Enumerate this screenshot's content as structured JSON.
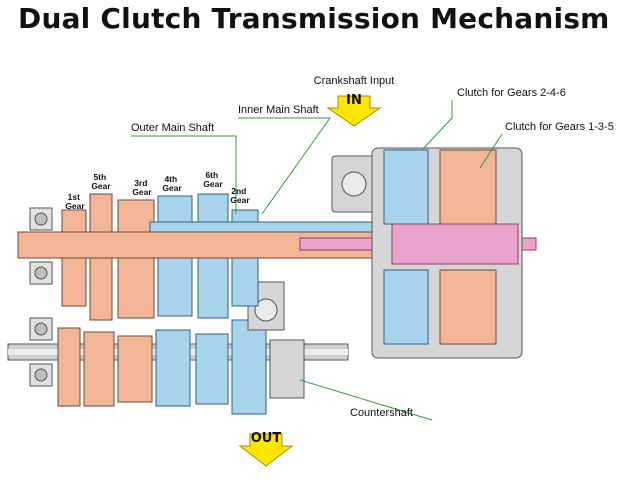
{
  "title": "Dual Clutch Transmission Mechanism",
  "labels": {
    "crankshaft_input": "Crankshaft Input",
    "in": "IN",
    "out": "OUT",
    "inner_main_shaft": "Inner Main Shaft",
    "outer_main_shaft": "Outer Main Shaft",
    "clutch_246": "Clutch for Gears 2-4-6",
    "clutch_135": "Clutch for Gears 1-3-5",
    "countershaft": "Countershaft"
  },
  "gears": {
    "g1": [
      "1st",
      "Gear"
    ],
    "g2": [
      "2nd",
      "Gear"
    ],
    "g3": [
      "3rd",
      "Gear"
    ],
    "g4": [
      "4th",
      "Gear"
    ],
    "g5": [
      "5th",
      "Gear"
    ],
    "g6": [
      "6th",
      "Gear"
    ]
  },
  "colors": {
    "odd_gears": "#f2b596",
    "even_gears": "#a9d4ee",
    "inner_shaft": "#e9a3cc",
    "housing": "#d6d6d6",
    "callout_line": "#2e9e3e",
    "arrow": "#ffe600"
  }
}
